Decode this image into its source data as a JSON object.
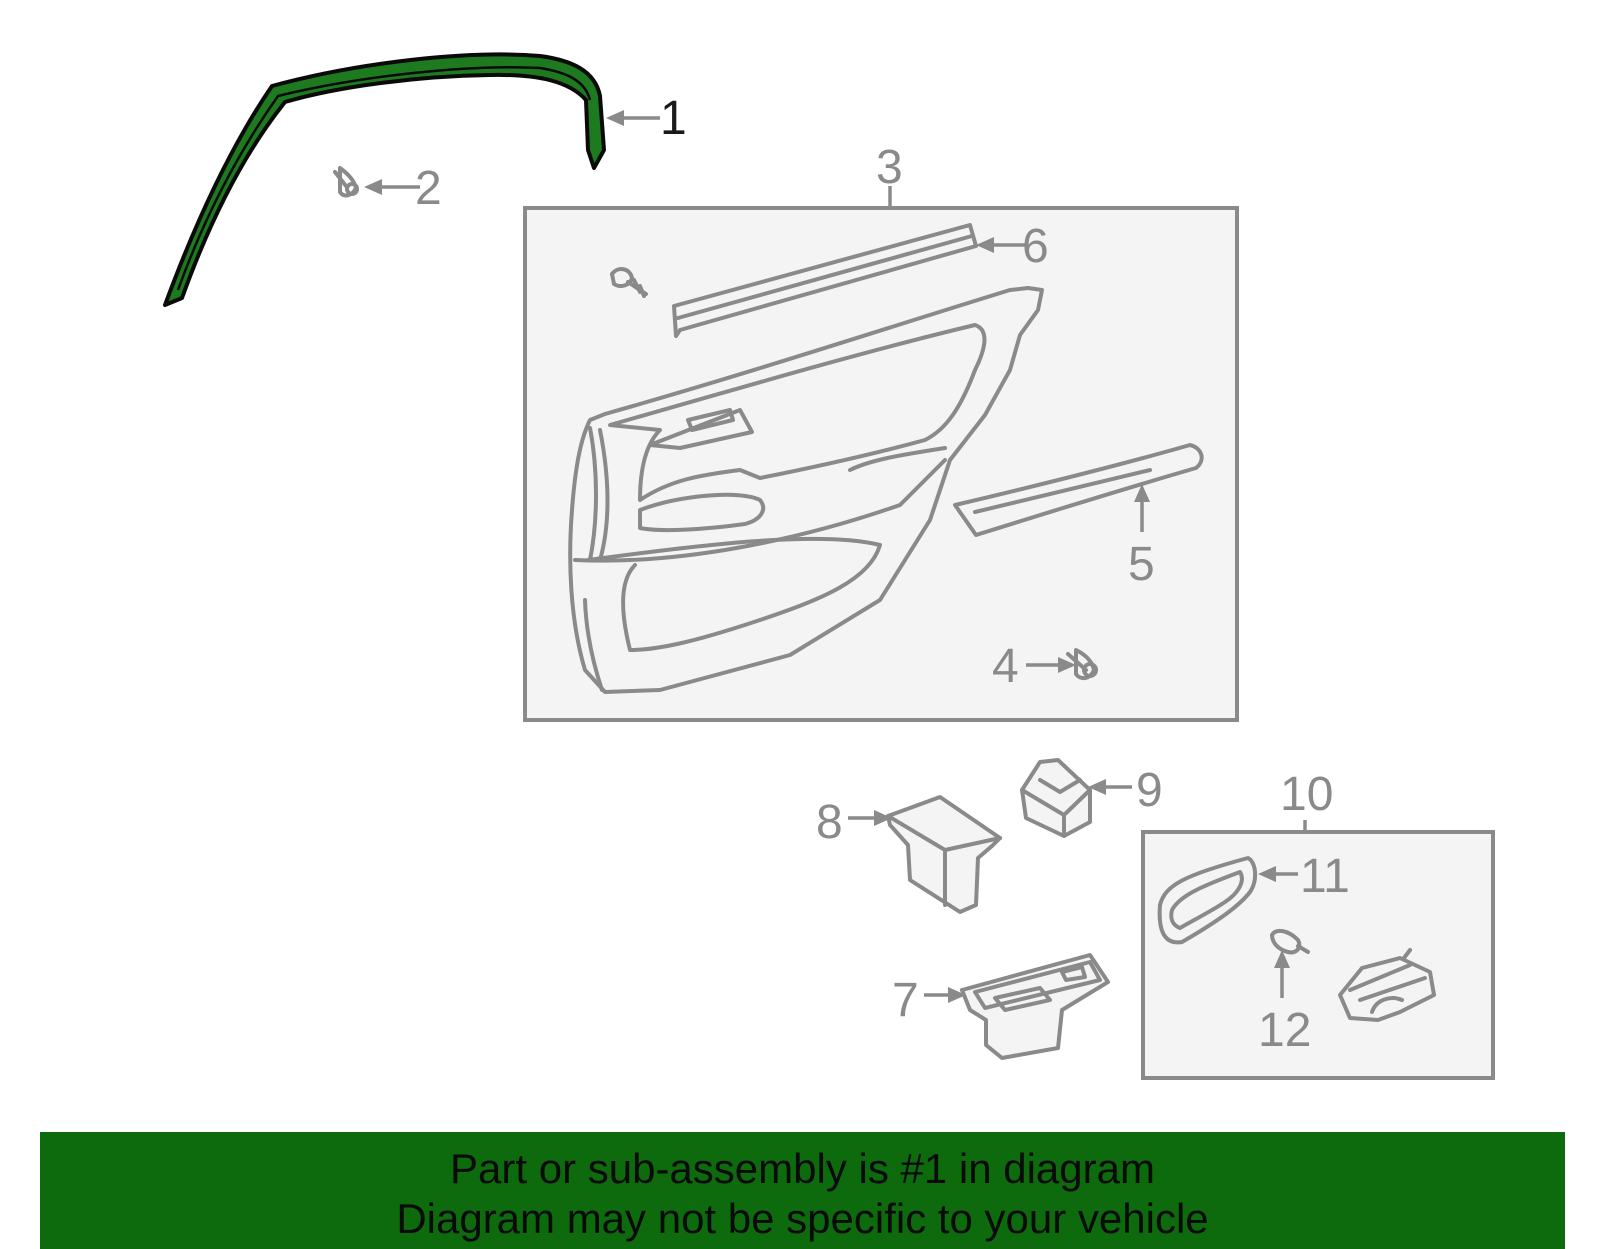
{
  "callouts": [
    "1",
    "2",
    "3",
    "4",
    "5",
    "6",
    "7",
    "8",
    "9",
    "10",
    "11",
    "12"
  ],
  "highlight_color": "#0d6b0d",
  "banner": {
    "line1": "Part or sub-assembly is #1 in diagram",
    "line2": "Diagram may not be specific to your vehicle"
  }
}
